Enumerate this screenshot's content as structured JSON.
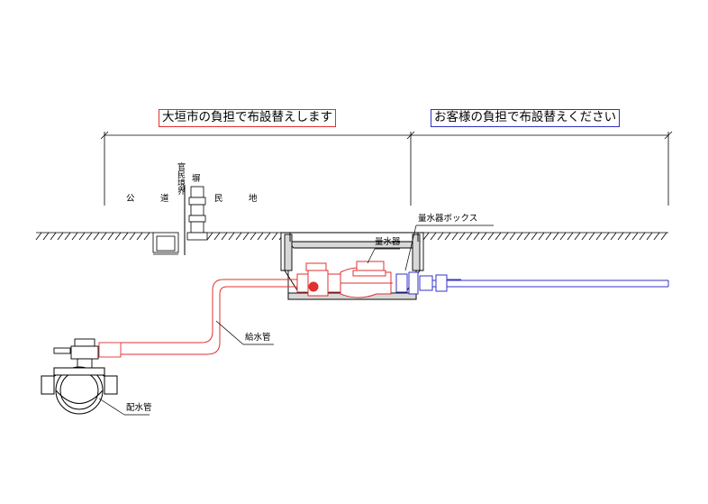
{
  "titles": {
    "city": "大垣市の負担で布設替えします",
    "customer": "お客様の負担で布設替えください"
  },
  "zones": {
    "road_left": "公",
    "road_right": "道",
    "private_left": "民",
    "private_right": "地"
  },
  "labels": {
    "boundary": "官民境界",
    "fence": "塀",
    "meter_box": "量水器ボックス",
    "meter": "量水器",
    "supply_pipe": "給水管",
    "main_pipe": "配水管"
  },
  "colors": {
    "line": "#000000",
    "city_pipe": "#e03030",
    "customer_pipe": "#3333cc",
    "box_fill": "#d8d8d8"
  }
}
